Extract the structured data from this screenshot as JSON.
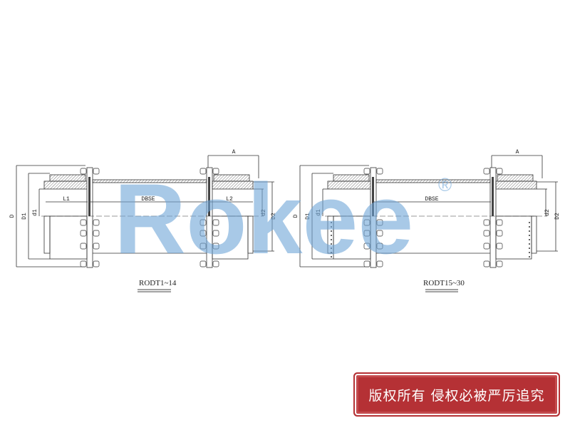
{
  "logo": {
    "text": "Rokee",
    "registered": "®",
    "color": "#8db8e0",
    "accent": "#f5b26b"
  },
  "drawings": [
    {
      "caption": "RODT1~14",
      "labels": {
        "D": "D",
        "D1": "D1",
        "d1": "d1",
        "L1": "L1",
        "DBSE": "DBSE",
        "L2": "L2",
        "A": "A",
        "d2": "d2",
        "D2": "D2"
      }
    },
    {
      "caption": "RODT15~30",
      "labels": {
        "D": "D",
        "D1": "D1",
        "d1": "d1",
        "DBSE": "DBSE",
        "A": "A",
        "d2": "d2",
        "D2": "D2"
      }
    }
  ],
  "stamp": {
    "text": "版权所有 侵权必被严厉追究",
    "color": "#b53135"
  }
}
